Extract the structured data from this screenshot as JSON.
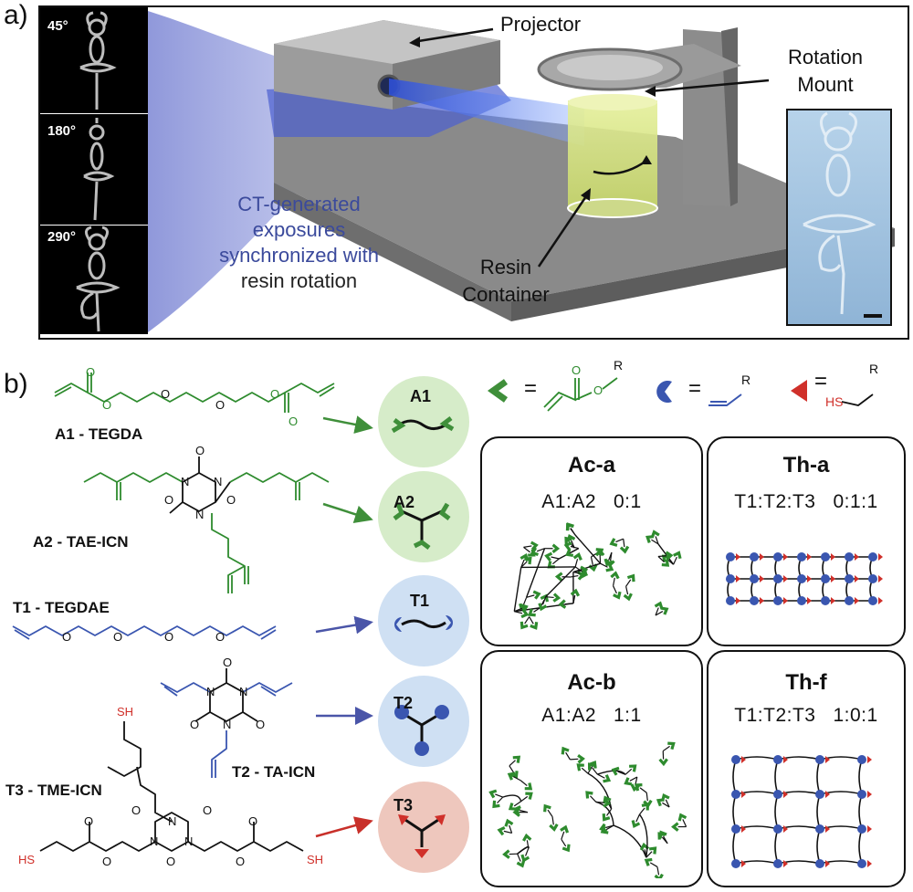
{
  "panel_a": {
    "label": "a)",
    "thumbnails": [
      {
        "angle": "45°"
      },
      {
        "angle": "180°"
      },
      {
        "angle": "290°"
      }
    ],
    "ct_text": [
      "CT-generated",
      "exposures",
      "synchronized with",
      "resin rotation"
    ],
    "callouts": {
      "projector": "Projector",
      "rotation_mount_1": "Rotation",
      "rotation_mount_2": "Mount",
      "resin_1": "Resin",
      "resin_2": "Container"
    }
  },
  "panel_b": {
    "label": "b)",
    "molecules": [
      {
        "id": "A1",
        "label": "A1 - TEGDA"
      },
      {
        "id": "A2",
        "label": "A2 - TAE-ICN"
      },
      {
        "id": "T1",
        "label": "T1 - TEGDAE"
      },
      {
        "id": "T2",
        "label": "T2 - TA-ICN"
      },
      {
        "id": "T3",
        "label": "T3 - TME-ICN"
      }
    ],
    "nodes": [
      "A1",
      "A2",
      "T1",
      "T2",
      "T3"
    ],
    "legend": {
      "eq": "=",
      "acrylate_r": "R",
      "ene_r": "R",
      "thiol_r": "R",
      "thiol_sh": "HS"
    },
    "chem": {
      "o": "O",
      "n": "N",
      "sh": "SH",
      "hs": "HS"
    },
    "boxes": [
      {
        "title": "Ac-a",
        "ratio": "A1:A2   0:1"
      },
      {
        "title": "Th-a",
        "ratio": "T1:T2:T3   0:1:1"
      },
      {
        "title": "Ac-b",
        "ratio": "A1:A2   1:1"
      },
      {
        "title": "Th-f",
        "ratio": "T1:T2:T3   1:0:1"
      }
    ]
  },
  "colors": {
    "acrylate_green": "#2e8b2e",
    "ene_blue": "#3a56b0",
    "thiol_red": "#d0302a",
    "node_green": "#d6ecc9",
    "node_blue": "#cfe0f3",
    "node_red": "#eec7bd",
    "beam": "#8f98d8"
  }
}
